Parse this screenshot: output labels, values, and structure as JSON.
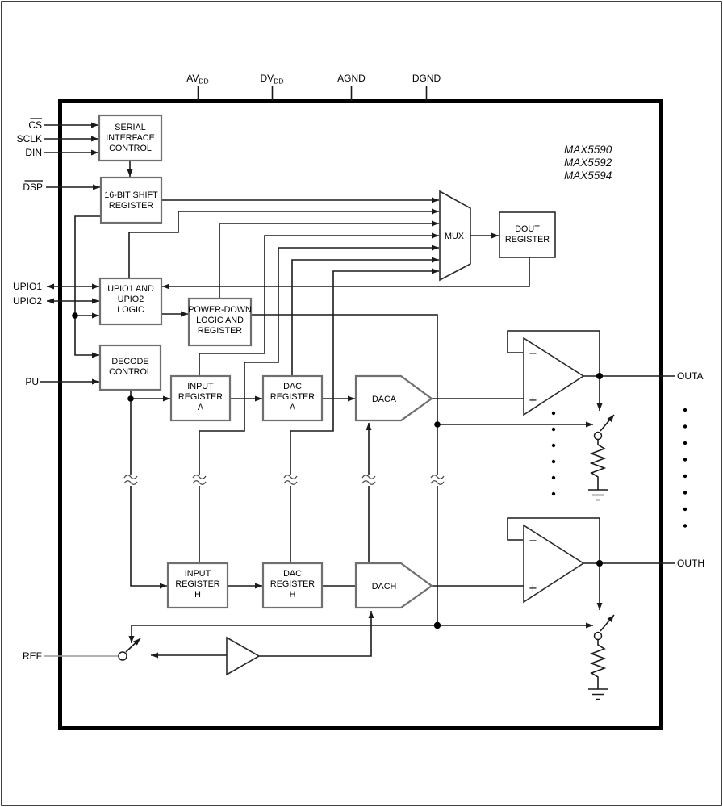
{
  "part_numbers": [
    "MAX5590",
    "MAX5592",
    "MAX5594"
  ],
  "top_pins": [
    {
      "main": "AV",
      "sub": "DD"
    },
    {
      "main": "DV",
      "sub": "DD"
    },
    {
      "main": "AGND",
      "sub": ""
    },
    {
      "main": "DGND",
      "sub": ""
    }
  ],
  "left_pins": {
    "cs": {
      "label": "CS",
      "overline": true
    },
    "sclk": {
      "label": "SCLK",
      "overline": false
    },
    "din": {
      "label": "DIN",
      "overline": false
    },
    "dsp": {
      "label": "DSP",
      "overline": true
    },
    "upio1": {
      "label": "UPIO1",
      "overline": false
    },
    "upio2": {
      "label": "UPIO2",
      "overline": false
    },
    "pu": {
      "label": "PU",
      "overline": false
    },
    "ref": {
      "label": "REF",
      "overline": false
    }
  },
  "right_pins": {
    "outa": {
      "label": "OUTA"
    },
    "outh": {
      "label": "OUTH"
    }
  },
  "blocks": {
    "serial_interface": {
      "lines": [
        "SERIAL",
        "INTERFACE",
        "CONTROL"
      ]
    },
    "shift_register": {
      "lines": [
        "16-BIT SHIFT",
        "REGISTER"
      ]
    },
    "upio_logic": {
      "lines": [
        "UPIO1 AND",
        "UPIO2",
        "LOGIC"
      ]
    },
    "power_down": {
      "lines": [
        "POWER-DOWN",
        "LOGIC AND",
        "REGISTER"
      ]
    },
    "decode_control": {
      "lines": [
        "DECODE",
        "CONTROL"
      ]
    },
    "input_register_a": {
      "lines": [
        "INPUT",
        "REGISTER",
        "A"
      ]
    },
    "dac_register_a": {
      "lines": [
        "DAC",
        "REGISTER",
        "A"
      ]
    },
    "daca": {
      "label": "DACA"
    },
    "input_register_h": {
      "lines": [
        "INPUT",
        "REGISTER",
        "H"
      ]
    },
    "dac_register_h": {
      "lines": [
        "DAC",
        "REGISTER",
        "H"
      ]
    },
    "dach": {
      "label": "DACH"
    },
    "mux": {
      "label": "MUX"
    },
    "dout_register": {
      "lines": [
        "DOUT",
        "REGISTER"
      ]
    }
  },
  "opamp": {
    "minus": "−",
    "plus": "+"
  },
  "colors": {
    "wire": "#1a1a1a",
    "box_border": "#6f6f6f",
    "ref_wire": "#9a9a9a",
    "background": "#ffffff"
  }
}
